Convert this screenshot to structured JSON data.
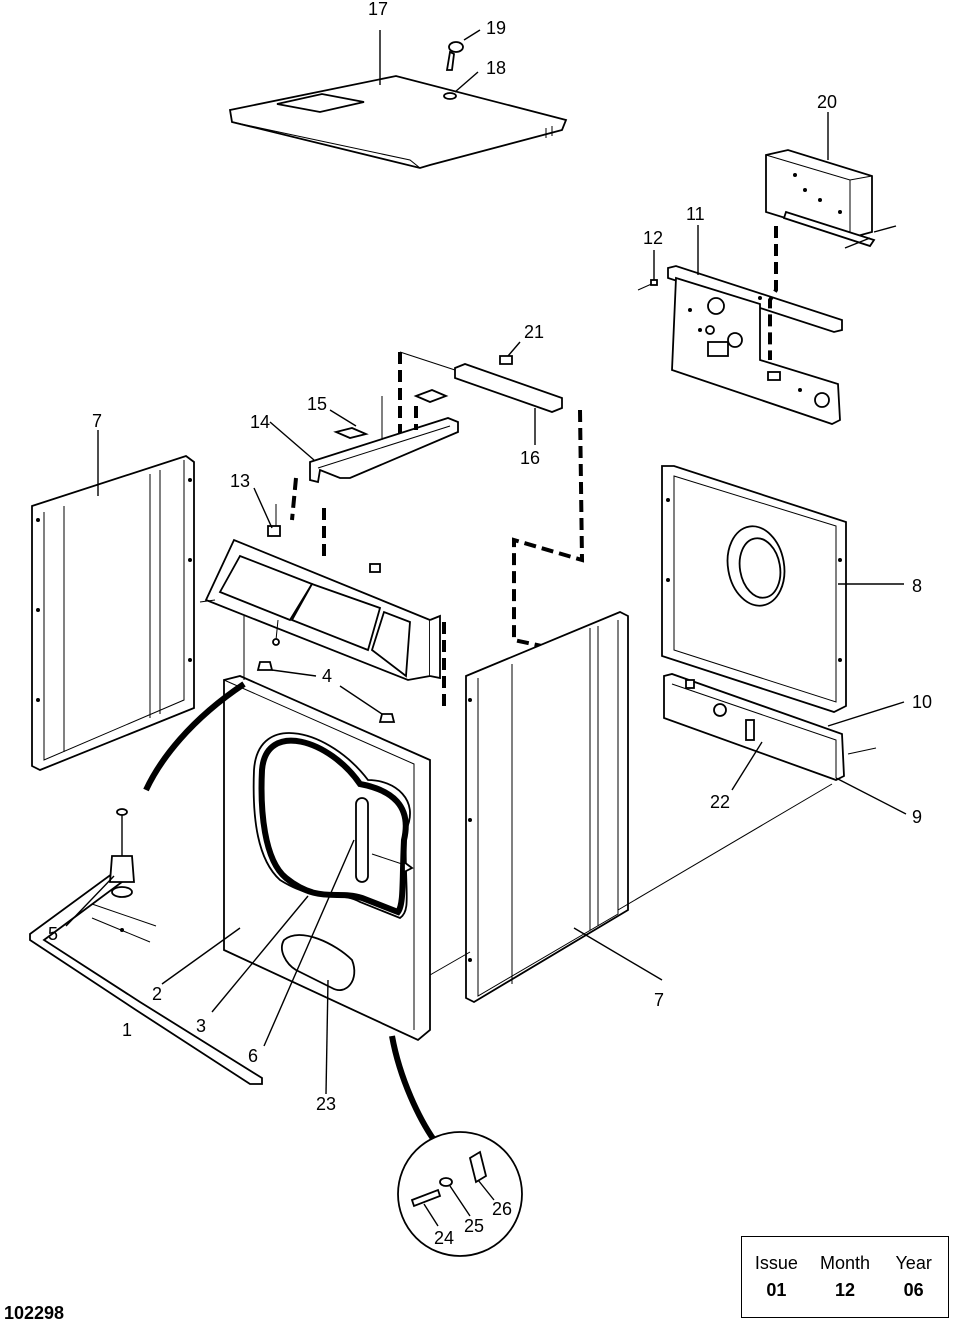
{
  "drawing_number": "102298",
  "callouts": {
    "c1": "1",
    "c2": "2",
    "c3": "3",
    "c4": "4",
    "c5": "5",
    "c6": "6",
    "c7a": "7",
    "c7b": "7",
    "c8": "8",
    "c9": "9",
    "c10": "10",
    "c11": "11",
    "c12": "12",
    "c13": "13",
    "c14": "14",
    "c15": "15",
    "c16": "16",
    "c17": "17",
    "c18": "18",
    "c19": "19",
    "c20": "20",
    "c21": "21",
    "c22": "22",
    "c23": "23",
    "c24": "24",
    "c25": "25",
    "c26": "26"
  },
  "issue_box": {
    "issue_label": "Issue",
    "month_label": "Month",
    "year_label": "Year",
    "issue_value": "01",
    "month_value": "12",
    "year_value": "06"
  }
}
